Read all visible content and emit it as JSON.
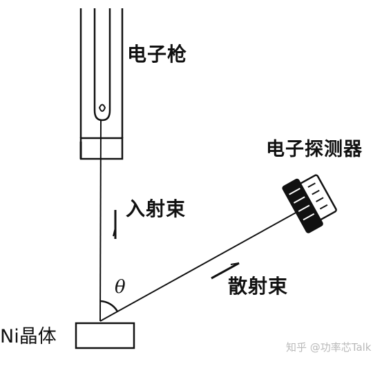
{
  "diagram": {
    "labels": {
      "electron_gun": "电子枪",
      "electron_detector": "电子探测器",
      "incident_beam": "入射束",
      "scattered_beam": "散射束",
      "crystal": "Ni晶体",
      "angle": "θ"
    },
    "watermark": "知乎 @功率芯Talk"
  }
}
